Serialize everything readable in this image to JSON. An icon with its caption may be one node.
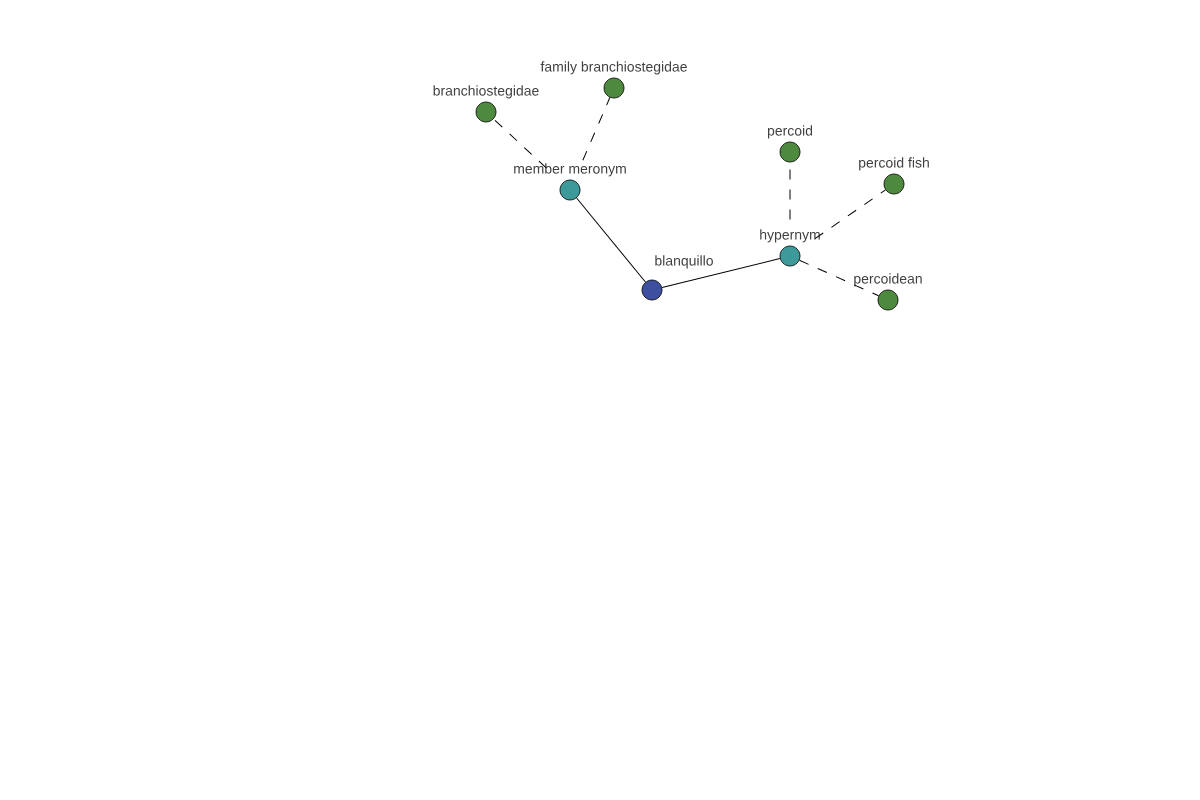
{
  "diagram": {
    "nodes": [
      {
        "text": [
          "blanquillo"
        ]
      },
      {
        "text": [
          "member meronym"
        ]
      },
      {
        "text": [
          "hypernym"
        ]
      },
      {
        "text": [
          "branchiostegidae"
        ]
      },
      {
        "text": [
          "family branchiostegidae"
        ]
      },
      {
        "text": [
          "percoid"
        ]
      },
      {
        "text": [
          "percoid fish"
        ]
      },
      {
        "text": [
          "percoidean"
        ]
      }
    ],
    "edges": [
      {
        "from": 0,
        "to": 1,
        "arrow": "none"
      },
      {
        "from": 0,
        "to": 2,
        "arrow": "none"
      },
      {
        "from": 1,
        "to": 3,
        "arrow": "none",
        "style": "dashed"
      },
      {
        "from": 1,
        "to": 4,
        "arrow": "none",
        "style": "dashed"
      },
      {
        "from": 2,
        "to": 5,
        "arrow": "none",
        "style": "dashed"
      },
      {
        "from": 2,
        "to": 6,
        "arrow": "none",
        "style": "dashed"
      },
      {
        "from": 2,
        "to": 7,
        "arrow": "none",
        "style": "dashed"
      }
    ]
  }
}
